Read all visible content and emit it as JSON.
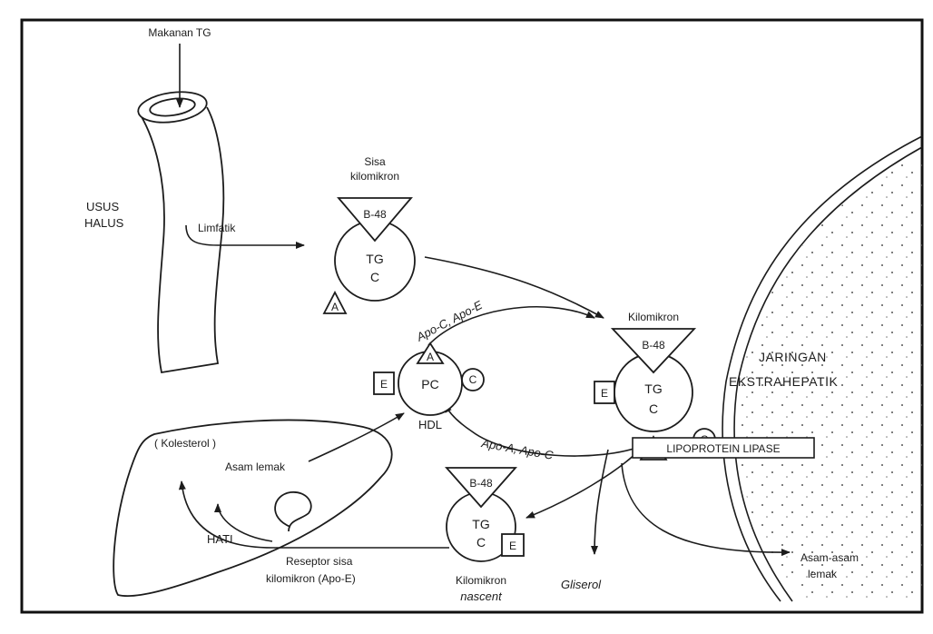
{
  "labels": {
    "makanan": "Makanan TG",
    "usus_1": "USUS",
    "usus_2": "HALUS",
    "limfatik": "Limfatik",
    "sisa_1": "Sisa",
    "sisa_2": "kilomikron",
    "kilomikron": "Kilomikron",
    "apo_ce": "Apo-C, Apo-E",
    "apo_ac": "Apo-A,  Apo-C",
    "hdl": "HDL",
    "jaringan_1": "JARINGAN",
    "jaringan_2": "EKSTRAHEPATIK",
    "lipase": "LIPOPROTEIN LIPASE",
    "kolesterol": "( Kolesterol )",
    "asam_lemak": "Asam lemak",
    "hati": "HATI",
    "reseptor_1": "Reseptor sisa",
    "reseptor_2": "kilomikron (Apo-E)",
    "nascent_1": "Kilomikron",
    "nascent_2": "nascent",
    "gliserol": "Gliserol",
    "asam_asam_1": "Asam-asam",
    "asam_asam_2": "lemak"
  },
  "particles": {
    "remnant": {
      "center_1": "TG",
      "center_2": "C",
      "top": "B-48",
      "side": "A"
    },
    "chylomicron": {
      "center_1": "TG",
      "center_2": "C",
      "top": "B-48",
      "left": "E",
      "right": "C",
      "bottom": "A"
    },
    "hdl": {
      "center": "PC",
      "top": "A",
      "left": "E",
      "right": "C"
    },
    "nascent": {
      "center_1": "TG",
      "center_2": "C",
      "top": "B-48",
      "right": "E"
    }
  }
}
